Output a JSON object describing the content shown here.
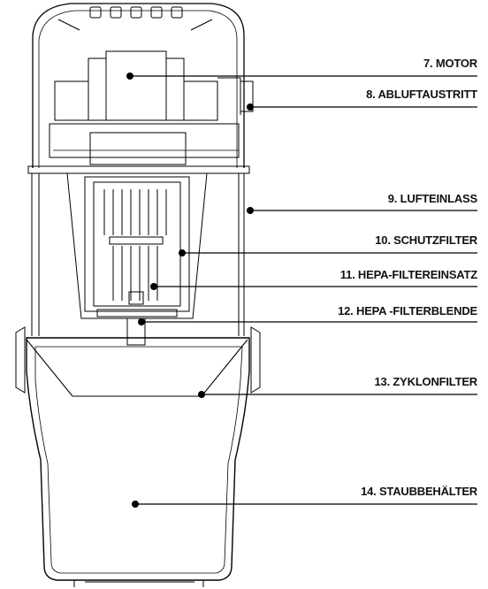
{
  "labels": [
    {
      "id": "motor",
      "text": "7. MOTOR"
    },
    {
      "id": "abluft",
      "text": "8. ABLUFTAUSTRITT"
    },
    {
      "id": "lufteinlass",
      "text": "9. LUFTEINLASS"
    },
    {
      "id": "schutzfilter",
      "text": "10. SCHUTZFILTER"
    },
    {
      "id": "hepa-einsatz",
      "text": "11. HEPA-FILTEREINSATZ"
    },
    {
      "id": "hepa-blende",
      "text": "12. HEPA -FILTERBLENDE"
    },
    {
      "id": "zyklon",
      "text": "13. ZYKLONFILTER"
    },
    {
      "id": "staub",
      "text": "14. STAUBBEHÄLTER"
    }
  ],
  "colors": {
    "line": "#000000",
    "background": "#ffffff"
  }
}
